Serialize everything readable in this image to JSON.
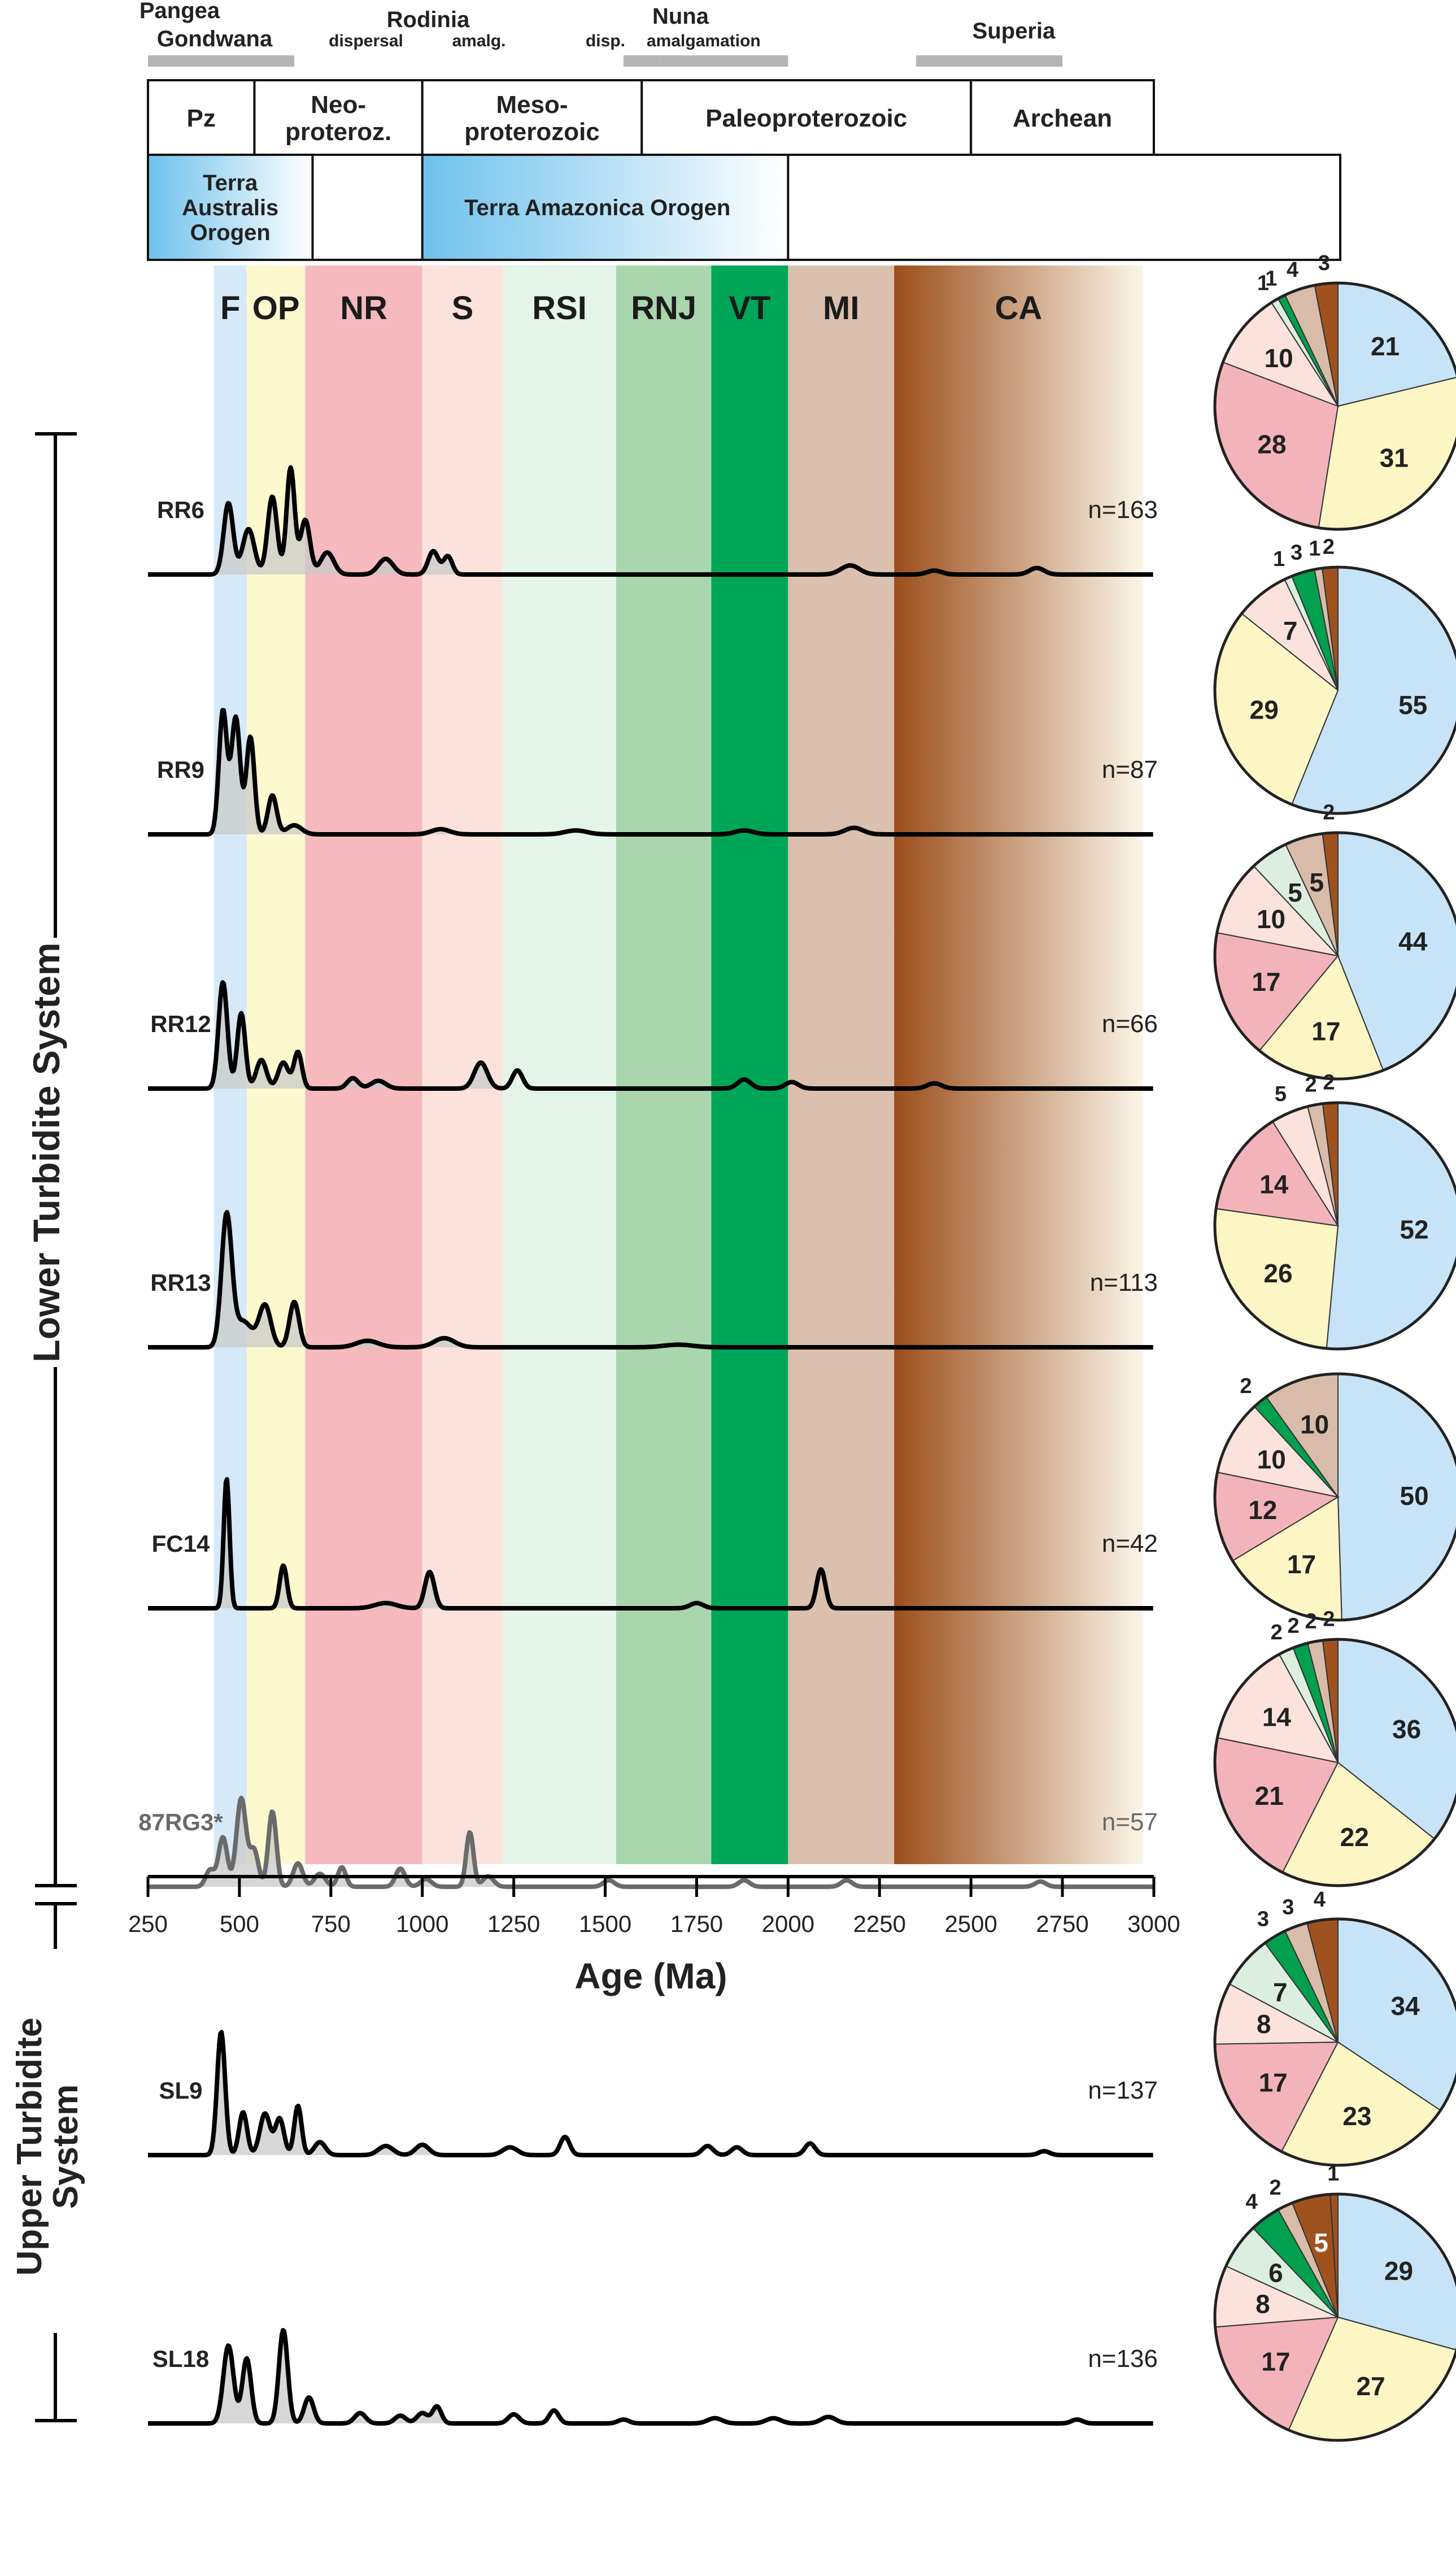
{
  "chart_data": {
    "type": "area",
    "xlabel": "Age (Ma)",
    "xlim": [
      250,
      3000
    ],
    "ticks": [
      250,
      500,
      750,
      1000,
      1250,
      1500,
      1750,
      2000,
      2250,
      2500,
      2750,
      3000
    ],
    "tick_labels": [
      "250",
      "500",
      "750",
      "1000",
      "1250",
      "1500",
      "1750",
      "2000",
      "2250",
      "2500",
      "2750",
      "3000"
    ],
    "supercontinents": [
      {
        "label": "Pangea",
        "bar": [
          250,
          650
        ]
      },
      {
        "label": "Gondwana",
        "bar": null
      },
      {
        "label": "Rodinia",
        "bar": null
      },
      {
        "label": "dispersal",
        "bar": null
      },
      {
        "label": "amalg.",
        "bar": null
      },
      {
        "label": "disp.",
        "bar": [
          1550,
          1650
        ]
      },
      {
        "label": "Nuna",
        "bar": null
      },
      {
        "label": "amalgamation",
        "bar": [
          1650,
          2000
        ]
      },
      {
        "label": "Superia",
        "bar": [
          2350,
          2750
        ]
      }
    ],
    "eras": [
      {
        "label": "Pz",
        "from": 250,
        "to": 541
      },
      {
        "label": "Neo-\nproteroz.",
        "from": 541,
        "to": 1000
      },
      {
        "label": "Meso-\nproterozoic",
        "from": 1000,
        "to": 1600
      },
      {
        "label": "Paleoproterozoic",
        "from": 1600,
        "to": 2500
      },
      {
        "label": "Archean",
        "from": 2500,
        "to": 3000
      }
    ],
    "orogens": [
      {
        "label": "Terra\nAustralis\nOrogen",
        "from": 250,
        "to": 700
      },
      {
        "label": "Terra Amazonica Orogen",
        "from": 1000,
        "to": 2000
      }
    ],
    "provinces": [
      {
        "label": "F",
        "from": 430,
        "to": 520,
        "color": "#d5e9f8"
      },
      {
        "label": "OP",
        "from": 520,
        "to": 680,
        "color": "#fdf9cf"
      },
      {
        "label": "NR",
        "from": 680,
        "to": 1000,
        "color": "#f5b9be"
      },
      {
        "label": "S",
        "from": 1000,
        "to": 1220,
        "color": "#fce2dc"
      },
      {
        "label": "RSI",
        "from": 1220,
        "to": 1530,
        "color": "#e5f4e9"
      },
      {
        "label": "RNJ",
        "from": 1530,
        "to": 1790,
        "color": "#a9d6ad"
      },
      {
        "label": "VT",
        "from": 1790,
        "to": 2000,
        "color": "#00a658"
      },
      {
        "label": "MI",
        "from": 2000,
        "to": 2290,
        "color": "#dcc0ae"
      },
      {
        "label": "CA",
        "from": 2290,
        "to": 2970,
        "color_start": "#9c4e1c",
        "color_end": "#fbf6e8"
      }
    ],
    "groups": [
      {
        "label": "Lower Turbidite System",
        "samples": [
          "RR6",
          "RR9",
          "RR12",
          "RR13",
          "FC14",
          "87RG3*"
        ]
      },
      {
        "label": "Upper Turbidite\nSystem",
        "samples": [
          "SL9",
          "SL18"
        ]
      }
    ],
    "series": [
      {
        "name": "RR6",
        "n": "n=163",
        "peaks": [
          [
            470,
            0.55,
            13
          ],
          [
            525,
            0.35,
            16
          ],
          [
            590,
            0.6,
            13
          ],
          [
            640,
            0.82,
            11
          ],
          [
            680,
            0.42,
            13
          ],
          [
            740,
            0.17,
            18
          ],
          [
            900,
            0.12,
            20
          ],
          [
            1030,
            0.18,
            14
          ],
          [
            1070,
            0.14,
            12
          ],
          [
            2170,
            0.07,
            25
          ],
          [
            2400,
            0.03,
            20
          ],
          [
            2680,
            0.05,
            20
          ]
        ],
        "pie": {
          "values": [
            21,
            31,
            28,
            10,
            1,
            1,
            4,
            3
          ],
          "labels": [
            "21",
            "31",
            "28",
            "10",
            "1",
            "1",
            "4",
            "3"
          ]
        }
      },
      {
        "name": "RR9",
        "n": "n=87",
        "peaks": [
          [
            455,
            0.95,
            11
          ],
          [
            490,
            0.9,
            12
          ],
          [
            530,
            0.75,
            11
          ],
          [
            590,
            0.3,
            12
          ],
          [
            650,
            0.07,
            20
          ],
          [
            1050,
            0.04,
            25
          ],
          [
            1420,
            0.03,
            30
          ],
          [
            1880,
            0.03,
            25
          ],
          [
            2180,
            0.05,
            25
          ]
        ],
        "pie": {
          "values": [
            55,
            29,
            0,
            7,
            1,
            3,
            1,
            2
          ],
          "labels": [
            "55",
            "29",
            "",
            "7",
            "1",
            "3",
            "1",
            "2"
          ]
        }
      },
      {
        "name": "RR12",
        "n": "n=66",
        "peaks": [
          [
            455,
            0.82,
            12
          ],
          [
            505,
            0.58,
            11
          ],
          [
            560,
            0.22,
            14
          ],
          [
            620,
            0.2,
            14
          ],
          [
            660,
            0.28,
            11
          ],
          [
            810,
            0.08,
            15
          ],
          [
            880,
            0.06,
            20
          ],
          [
            1160,
            0.2,
            18
          ],
          [
            1260,
            0.14,
            14
          ],
          [
            1880,
            0.07,
            18
          ],
          [
            2010,
            0.05,
            18
          ],
          [
            2400,
            0.04,
            20
          ]
        ],
        "pie": {
          "values": [
            44,
            17,
            17,
            10,
            5,
            0,
            5,
            2
          ],
          "labels": [
            "44",
            "17",
            "17",
            "10",
            "5",
            "",
            "5",
            "2"
          ]
        }
      },
      {
        "name": "RR13",
        "n": "n=113",
        "peaks": [
          [
            465,
            1.0,
            14
          ],
          [
            510,
            0.2,
            25
          ],
          [
            570,
            0.32,
            16
          ],
          [
            650,
            0.35,
            13
          ],
          [
            850,
            0.05,
            30
          ],
          [
            1060,
            0.07,
            28
          ],
          [
            1700,
            0.02,
            40
          ]
        ],
        "pie": {
          "values": [
            52,
            26,
            14,
            5,
            0,
            0,
            2,
            2
          ],
          "labels": [
            "52",
            "26",
            "14",
            "5",
            "",
            "",
            "2",
            "2"
          ]
        }
      },
      {
        "name": "FC14",
        "n": "n=42",
        "peaks": [
          [
            465,
            1.0,
            8
          ],
          [
            620,
            0.33,
            10
          ],
          [
            900,
            0.04,
            30
          ],
          [
            1020,
            0.28,
            13
          ],
          [
            1750,
            0.04,
            18
          ],
          [
            2090,
            0.3,
            12
          ]
        ],
        "pie": {
          "values": [
            50,
            17,
            12,
            10,
            0,
            2,
            10,
            0
          ],
          "labels": [
            "50",
            "17",
            "12",
            "10",
            "",
            "2",
            "10",
            ""
          ]
        }
      },
      {
        "name": "87RG3*",
        "n": "n=57",
        "peaks": [
          [
            420,
            0.13,
            12
          ],
          [
            455,
            0.38,
            12
          ],
          [
            505,
            0.68,
            13
          ],
          [
            540,
            0.28,
            12
          ],
          [
            590,
            0.58,
            11
          ],
          [
            660,
            0.18,
            13
          ],
          [
            720,
            0.1,
            15
          ],
          [
            780,
            0.15,
            11
          ],
          [
            940,
            0.14,
            13
          ],
          [
            1010,
            0.06,
            15
          ],
          [
            1130,
            0.42,
            10
          ],
          [
            1180,
            0.08,
            15
          ],
          [
            1510,
            0.05,
            15
          ],
          [
            1880,
            0.05,
            15
          ],
          [
            2160,
            0.05,
            15
          ],
          [
            2690,
            0.04,
            15
          ]
        ],
        "pie": {
          "values": [
            36,
            22,
            21,
            14,
            2,
            2,
            2,
            2
          ],
          "labels": [
            "36",
            "22",
            "21",
            "14",
            "2",
            "2",
            "2",
            "2"
          ]
        }
      },
      {
        "name": "SL9",
        "n": "n=137",
        "peaks": [
          [
            450,
            0.95,
            11
          ],
          [
            510,
            0.33,
            11
          ],
          [
            570,
            0.32,
            14
          ],
          [
            610,
            0.28,
            12
          ],
          [
            660,
            0.38,
            10
          ],
          [
            720,
            0.1,
            15
          ],
          [
            900,
            0.07,
            20
          ],
          [
            1000,
            0.08,
            18
          ],
          [
            1240,
            0.06,
            20
          ],
          [
            1390,
            0.14,
            13
          ],
          [
            1780,
            0.07,
            15
          ],
          [
            1860,
            0.06,
            15
          ],
          [
            2060,
            0.09,
            14
          ],
          [
            2700,
            0.03,
            15
          ]
        ],
        "pie": {
          "values": [
            34,
            23,
            17,
            8,
            7,
            3,
            3,
            4
          ],
          "labels": [
            "34",
            "23",
            "17",
            "8",
            "7",
            "3",
            "3",
            "4"
          ]
        }
      },
      {
        "name": "SL18",
        "n": "n=136",
        "peaks": [
          [
            470,
            0.6,
            14
          ],
          [
            520,
            0.5,
            12
          ],
          [
            620,
            0.72,
            12
          ],
          [
            690,
            0.2,
            13
          ],
          [
            830,
            0.08,
            15
          ],
          [
            940,
            0.06,
            15
          ],
          [
            1000,
            0.08,
            15
          ],
          [
            1040,
            0.13,
            12
          ],
          [
            1250,
            0.07,
            15
          ],
          [
            1360,
            0.1,
            13
          ],
          [
            1550,
            0.03,
            15
          ],
          [
            1800,
            0.04,
            20
          ],
          [
            1960,
            0.04,
            20
          ],
          [
            2110,
            0.05,
            20
          ],
          [
            2790,
            0.03,
            15
          ]
        ],
        "pie": {
          "values": [
            29,
            27,
            17,
            8,
            6,
            4,
            2,
            5,
            1
          ],
          "labels": [
            "29",
            "27",
            "17",
            "8",
            "6",
            "4",
            "2",
            "5",
            "1"
          ]
        }
      }
    ],
    "pie_colors": [
      "#c6e3f7",
      "#fcf6c4",
      "#f3b3bb",
      "#fbe2dc",
      "#dbeee0",
      "#00a04f",
      "#d8bca9",
      "#a0521e"
    ]
  }
}
